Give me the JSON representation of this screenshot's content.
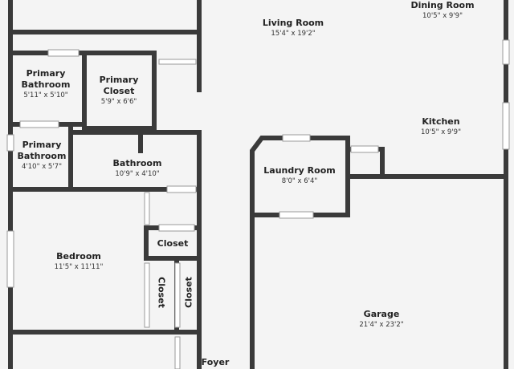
{
  "rooms": {
    "dining": {
      "name": "Dining Room",
      "dims": "10'5\" x 9'9\""
    },
    "living": {
      "name": "Living Room",
      "dims": "15'4\" x 19'2\""
    },
    "kitchen": {
      "name": "Kitchen",
      "dims": "10'5\" x 9'9\""
    },
    "primary_bath_1": {
      "name_line1": "Primary",
      "name_line2": "Bathroom",
      "dims": "5'11\" x 5'10\""
    },
    "primary_closet": {
      "name_line1": "Primary",
      "name_line2": "Closet",
      "dims": "5'9\" x 6'6\""
    },
    "primary_bath_2": {
      "name_line1": "Primary",
      "name_line2": "Bathroom",
      "dims": "4'10\" x 5'7\""
    },
    "bathroom": {
      "name": "Bathroom",
      "dims": "10'9\" x 4'10\""
    },
    "laundry": {
      "name": "Laundry Room",
      "dims": "8'0\" x 6'4\""
    },
    "bedroom": {
      "name": "Bedroom",
      "dims": "11'5\" x 11'11\""
    },
    "closet_top": {
      "name": "Closet"
    },
    "closet_left": {
      "name": "Closet"
    },
    "closet_right": {
      "name": "Closet"
    },
    "garage": {
      "name": "Garage",
      "dims": "21'4\" x 23'2\""
    },
    "foyer": {
      "name": "Foyer"
    }
  },
  "colors": {
    "wall": "#3a3a3a",
    "floor": "#f4f4f4",
    "opening": "#ffffff"
  }
}
